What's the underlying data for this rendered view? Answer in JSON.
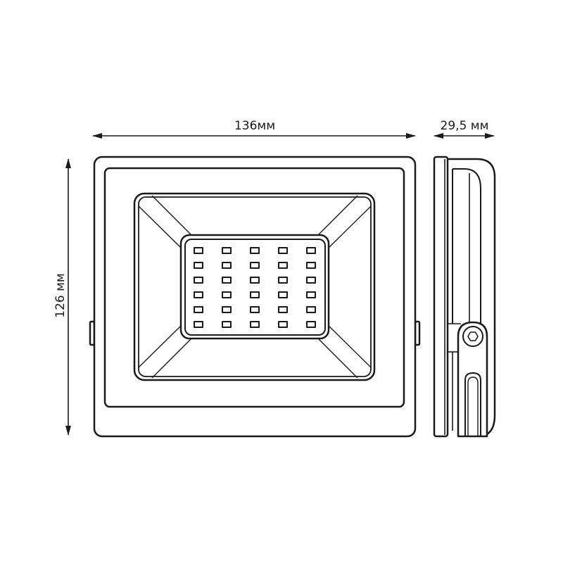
{
  "dimensions": {
    "width_label": "136мм",
    "depth_label": "29,5 мм",
    "height_label": "126 мм"
  },
  "led_grid": {
    "rows": 6,
    "cols": 5
  },
  "colors": {
    "stroke": "#1a1a1a",
    "background": "#ffffff"
  }
}
